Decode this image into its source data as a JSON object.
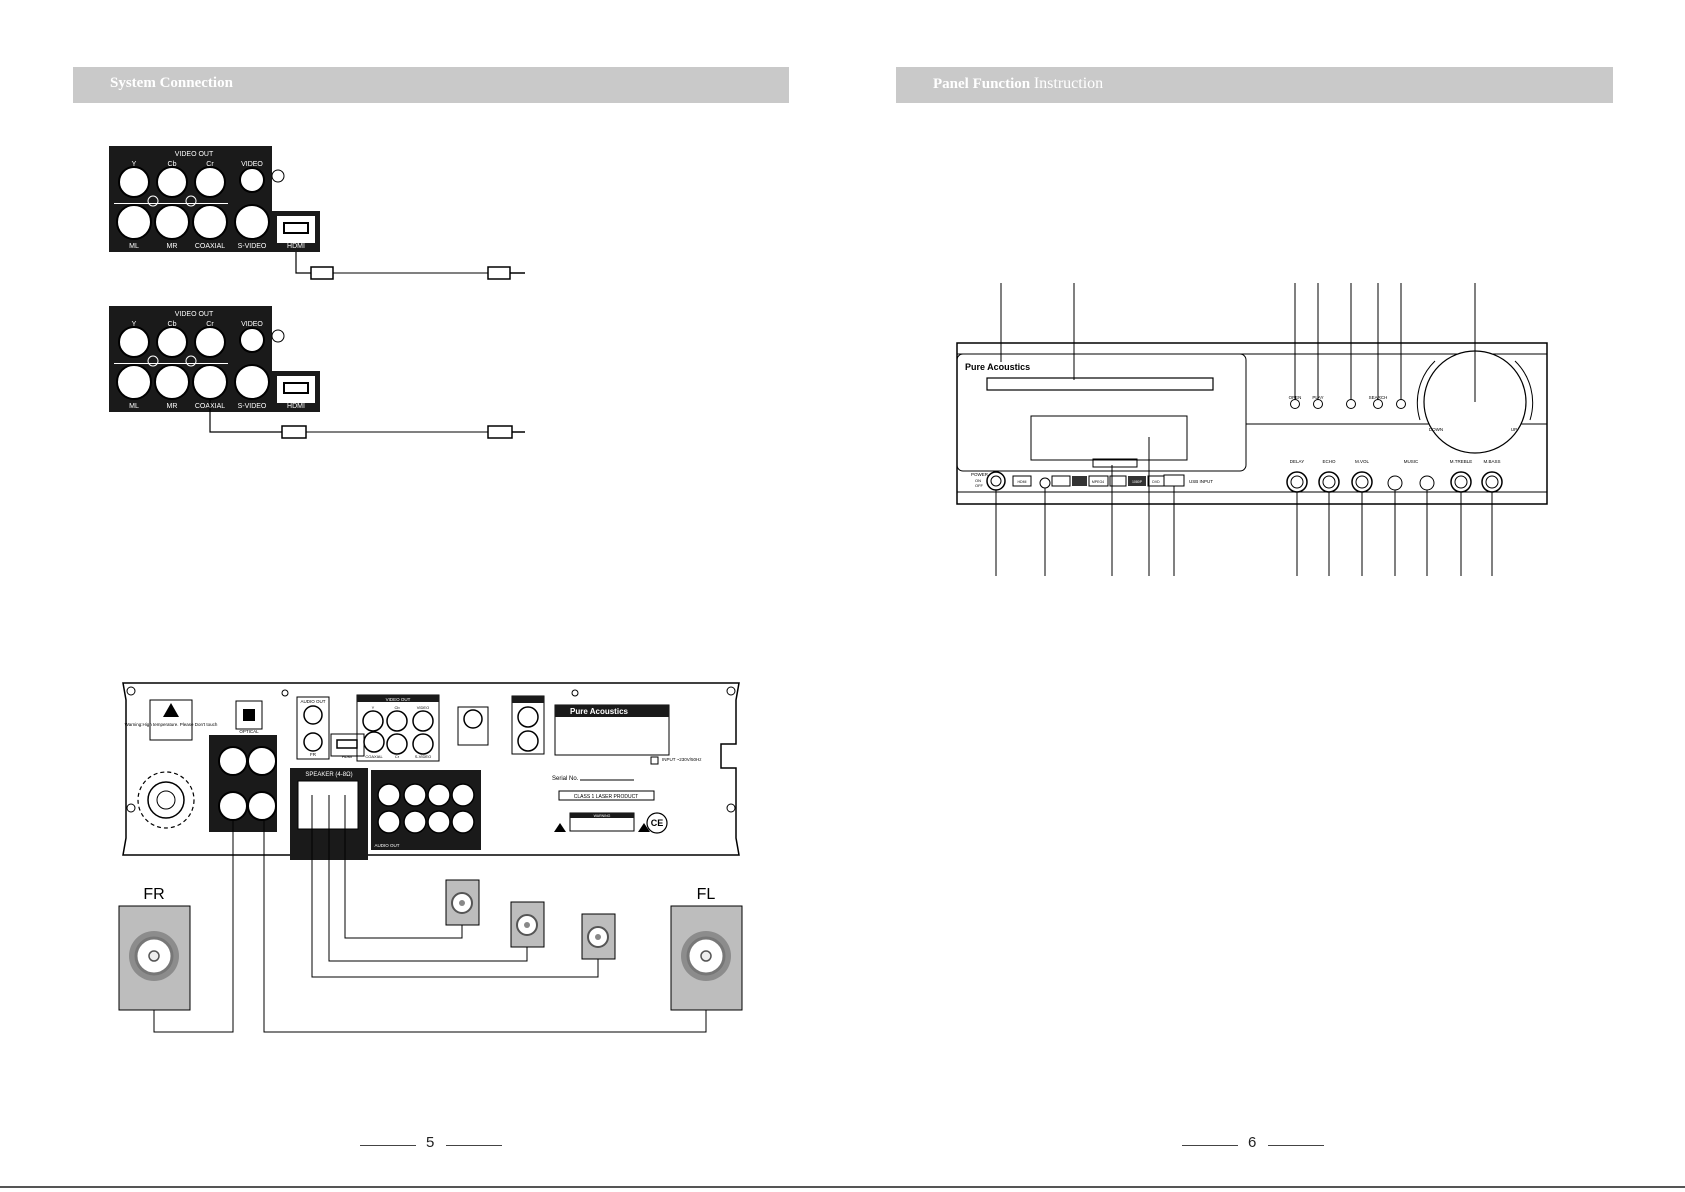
{
  "left_page": {
    "header": {
      "title": "System Connection"
    },
    "page_number": "5",
    "video_panel": {
      "group_label": "VIDEO OUT",
      "top_labels": [
        "Y",
        "Cb",
        "Cr",
        "VIDEO"
      ],
      "bottom_labels": [
        "ML",
        "MR",
        "COAXIAL",
        "S-VIDEO",
        "HDMI"
      ]
    },
    "rear_panel": {
      "brand": "Pure Acoustics",
      "warning_text": "Warning:High temperature. Please Don't touch",
      "optical_label": "OPTICAL",
      "audio_out_label": "AUDIO OUT",
      "video_out_label": "VIDEO OUT",
      "video_labels": [
        "Y",
        "Cb",
        "VIDEO"
      ],
      "hdmi_label": "HDMI",
      "coaxial_label": "COAXIAL",
      "cr_label": "Cr",
      "svideo_label": "S-VIDEO",
      "fr_small_label": "FR",
      "speaker_label": "SPEAKER (4-8Ω)",
      "audio_out_bottom": "AUDIO OUT",
      "serial_label": "Serial No.",
      "laser_label": "CLASS 1 LASER PRODUCT",
      "input_label": "INPUT ~230V/50Hz",
      "danger_label": "WARNING",
      "ce_mark": "CE"
    },
    "speakers": {
      "front_right": "FR",
      "front_left": "FL"
    }
  },
  "right_page": {
    "header": {
      "title_bold": "Panel Function",
      "title_thin": "Instruction"
    },
    "page_number": "6",
    "front_panel": {
      "brand": "Pure Acoustics",
      "top_buttons": [
        "OPEN",
        "PLAY",
        "SEARCH"
      ],
      "knob_labels": [
        "DOWN",
        "UP"
      ],
      "power_label": "POWER",
      "power_sub": [
        "ON",
        "OFF"
      ],
      "logos": [
        "HDMI",
        "MPEG4",
        "1080P",
        "DVD"
      ],
      "usb_label": "USB INPUT",
      "bottom_knobs": [
        "DELAY",
        "ECHO",
        "M.VOL",
        "MUSIC",
        "M.TREBLE",
        "M.BASS"
      ]
    }
  },
  "colors": {
    "header_bg": "#c9c9c9",
    "speaker_box": "#bdbdbd",
    "panel_dark": "#1a1a1a"
  }
}
